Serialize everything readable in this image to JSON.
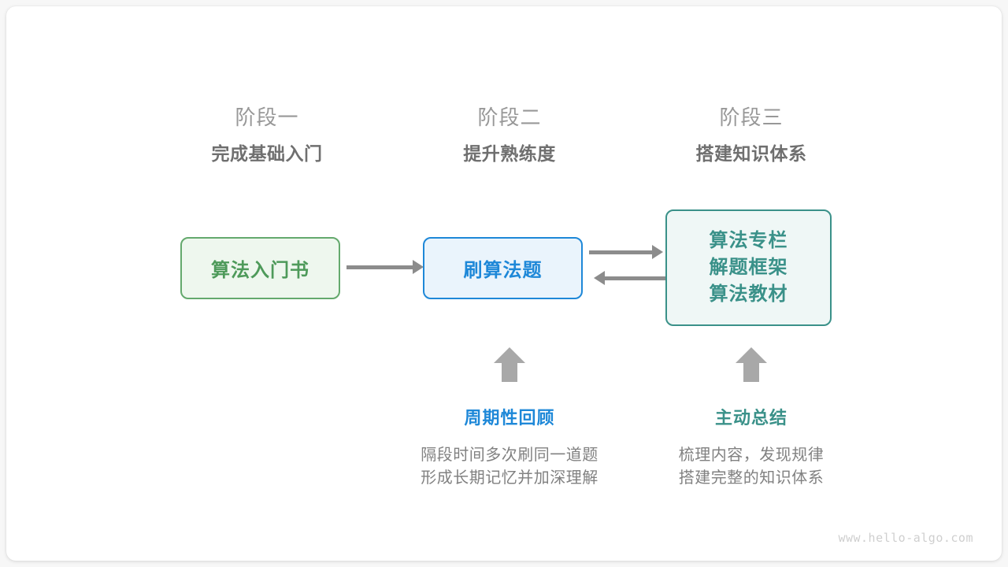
{
  "watermark": "www.hello-algo.com",
  "stages": [
    {
      "label": "阶段一",
      "title": "完成基础入门"
    },
    {
      "label": "阶段二",
      "title": "提升熟练度"
    },
    {
      "label": "阶段三",
      "title": "搭建知识体系"
    }
  ],
  "nodes": [
    {
      "name": "algorithm-intro-book",
      "text": "算法入门书",
      "color": "#4e9a5a",
      "border": "#64a96d",
      "fill": "#eef7ee"
    },
    {
      "name": "practice-problems",
      "text": "刷算法题",
      "color": "#1e88d8",
      "border": "#1e88d8",
      "fill": "#eaf4fc"
    },
    {
      "name": "knowledge-resources",
      "lines": [
        "算法专栏",
        "解题框架",
        "算法教材"
      ],
      "color": "#3a9189",
      "border": "#3a9189",
      "fill": "#eff7f6"
    }
  ],
  "notes": [
    {
      "name": "periodic-review",
      "title": "周期性回顾",
      "desc_lines": [
        "隔段时间多次刷同一道题",
        "形成长期记忆并加深理解"
      ],
      "color": "#1e88d8"
    },
    {
      "name": "active-summary",
      "title": "主动总结",
      "desc_lines": [
        "梳理内容，发现规律",
        "搭建完整的知识体系"
      ],
      "color": "#3a9189"
    }
  ],
  "arrows": {
    "color": "#8c8c8c",
    "book_to_practice": "算法入门书 → 刷算法题",
    "practice_to_resources": "刷算法题 → 算法专栏/解题框架/算法教材",
    "resources_to_practice": "算法专栏/解题框架/算法教材 → 刷算法题",
    "up_into_practice": "周期性回顾 ↑ 刷算法题",
    "up_into_resources": "主动总结 ↑ 知识体系"
  }
}
